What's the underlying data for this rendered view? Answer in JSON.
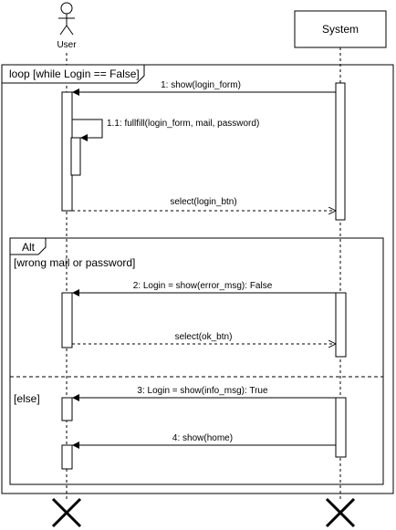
{
  "participants": {
    "user": "User",
    "system": "System"
  },
  "fragments": {
    "loop_label": "loop [while Login == False]",
    "alt_label": "Alt",
    "alt_guard_1": "[wrong mail or password]",
    "alt_guard_2": "[else]"
  },
  "messages": [
    {
      "id": "m1",
      "label": "1: show(login_form)"
    },
    {
      "id": "m2",
      "label": "1.1: fullfill(login_form, mail, password)"
    },
    {
      "id": "m3",
      "label": "select(login_btn)"
    },
    {
      "id": "m4",
      "label": "2: Login = show(error_msg): False"
    },
    {
      "id": "m5",
      "label": "select(ok_btn)"
    },
    {
      "id": "m6",
      "label": "3: Login = show(info_msg): True"
    },
    {
      "id": "m7",
      "label": "4: show(home)"
    }
  ],
  "colors": {
    "line": "#000000",
    "background": "#ffffff"
  }
}
